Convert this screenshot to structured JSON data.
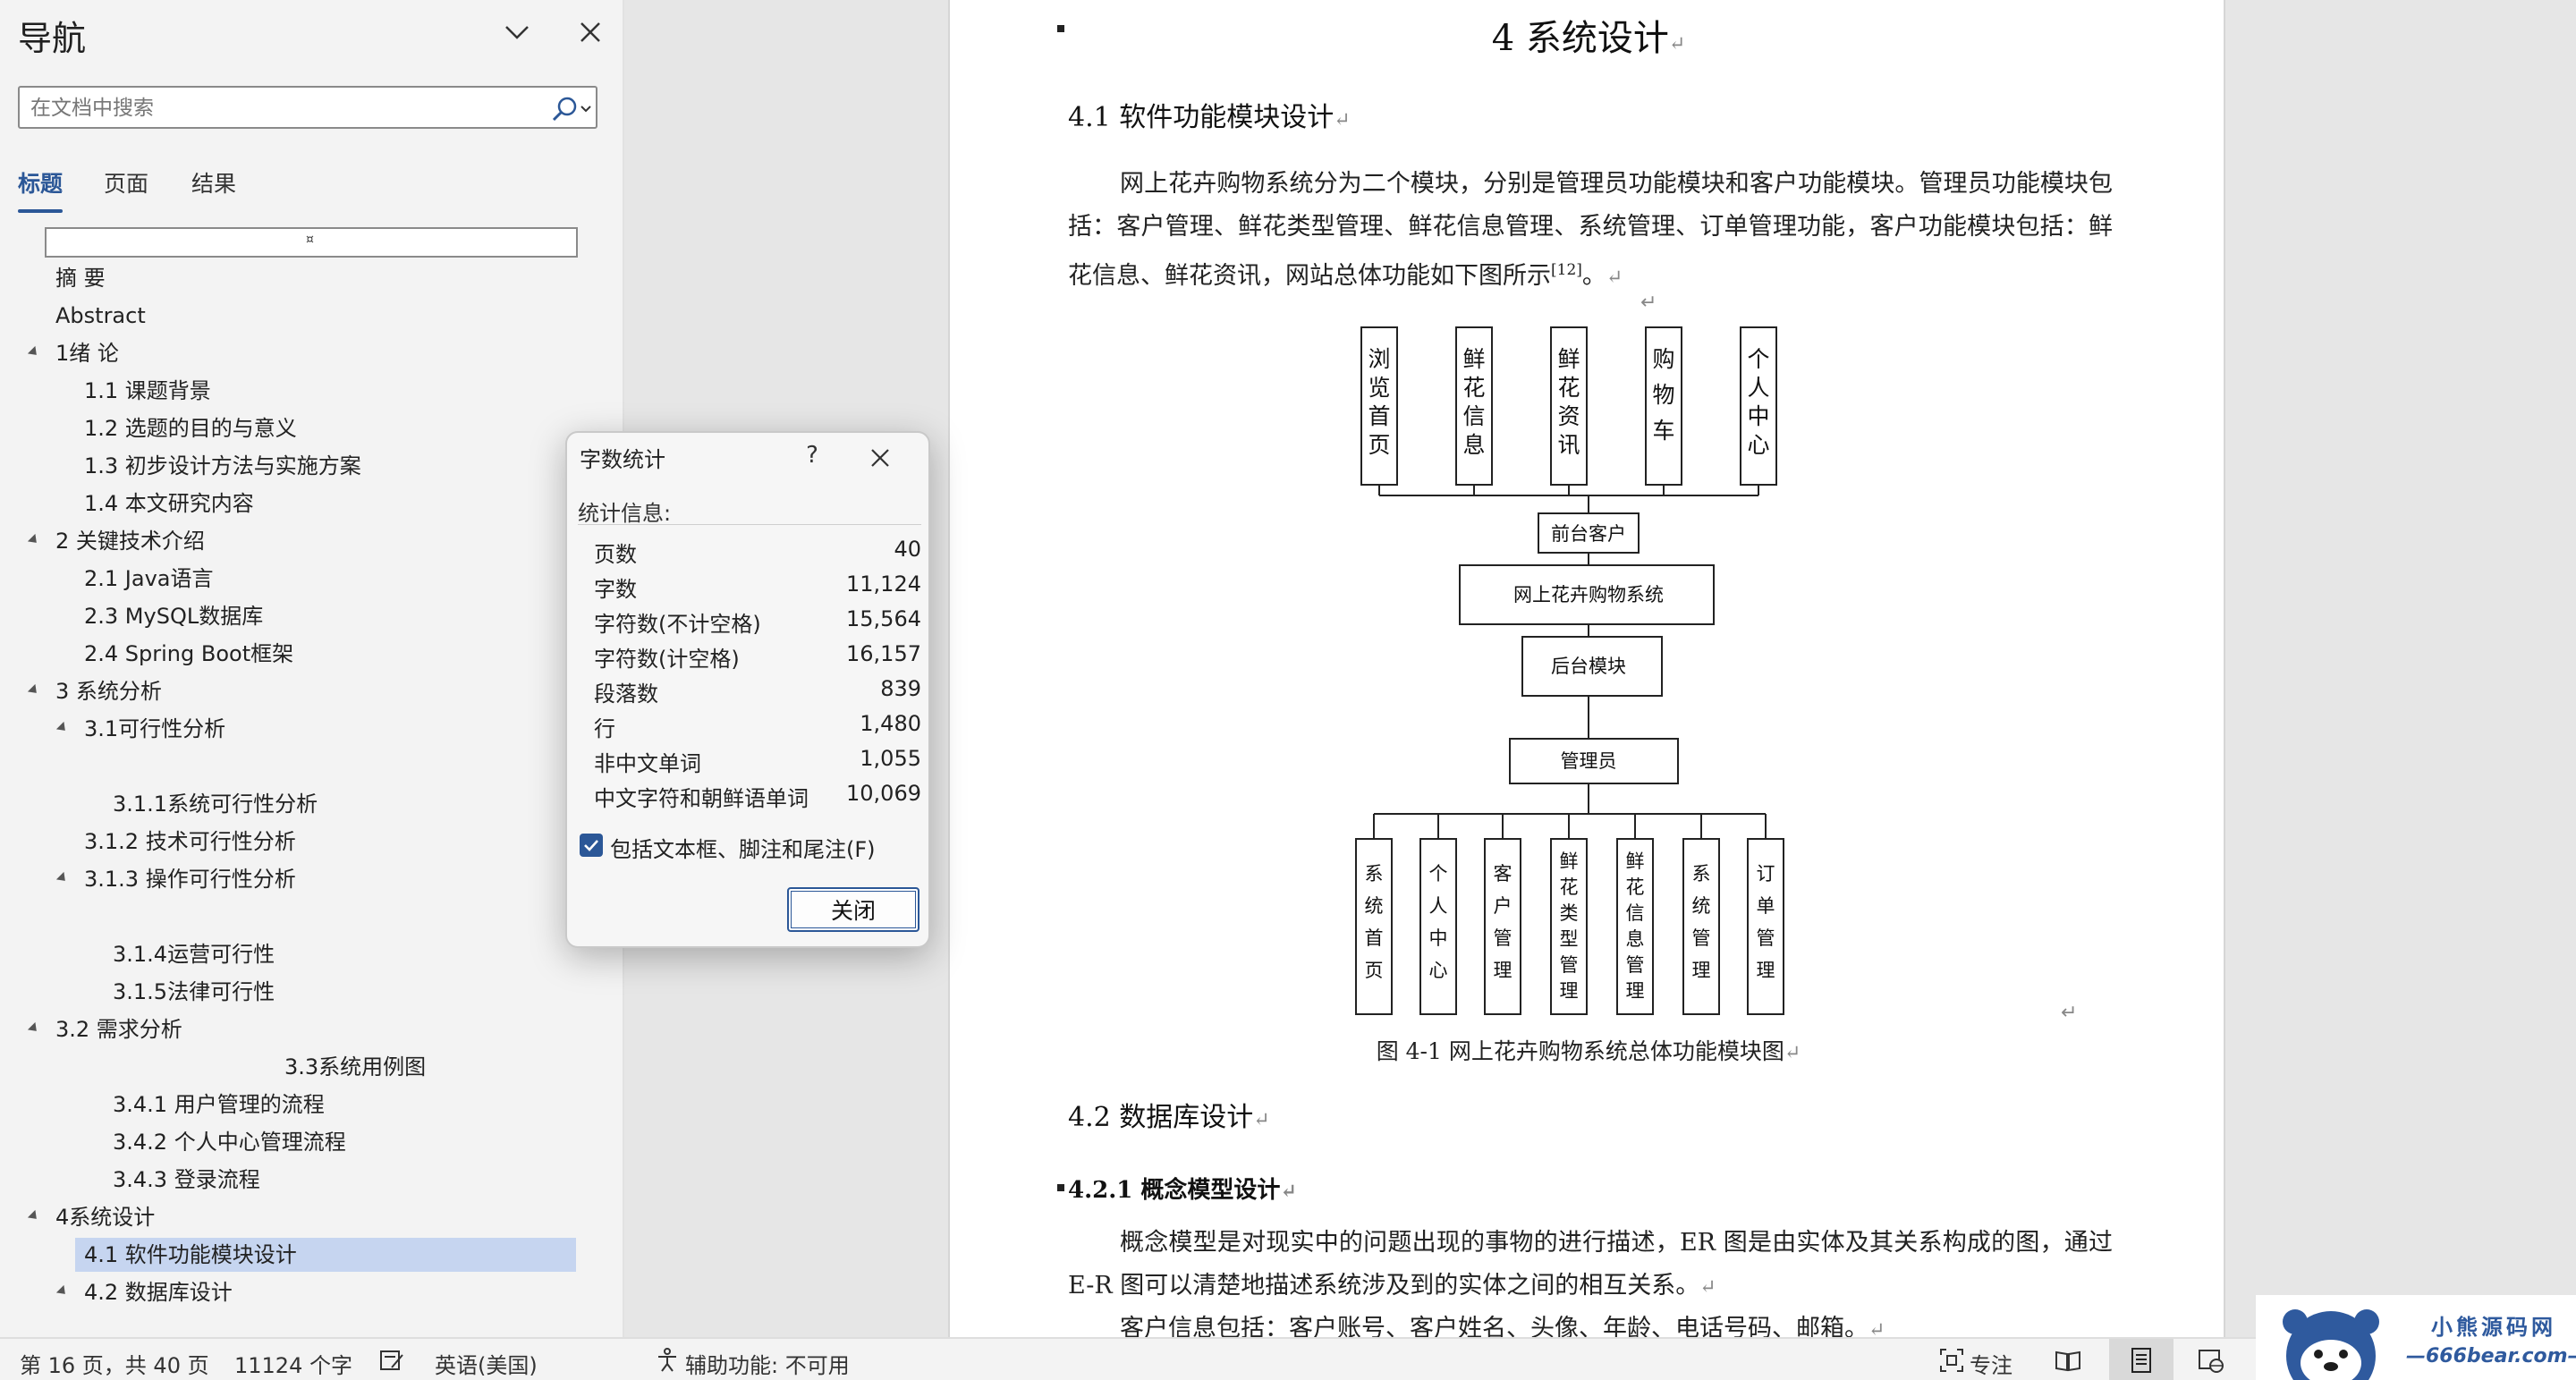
{
  "nav": {
    "title": "导航",
    "search_placeholder": "在文档中搜索",
    "tabs": [
      "标题",
      "页面",
      "结果"
    ],
    "edit_mark": "¤",
    "items": [
      {
        "label": "摘  要",
        "level": 0,
        "expander": false
      },
      {
        "label": "Abstract",
        "level": 0,
        "expander": false
      },
      {
        "label": "1绪 论",
        "level": 0,
        "expander": true
      },
      {
        "label": "1.1 课题背景",
        "level": 1,
        "expander": false
      },
      {
        "label": "1.2 选题的目的与意义",
        "level": 1,
        "expander": false
      },
      {
        "label": "1.3 初步设计方法与实施方案",
        "level": 1,
        "expander": false
      },
      {
        "label": "1.4 本文研究内容",
        "level": 1,
        "expander": false
      },
      {
        "label": "2 关键技术介绍",
        "level": 0,
        "expander": true
      },
      {
        "label": "2.1 Java语言",
        "level": 1,
        "expander": false
      },
      {
        "label": "2.3 MySQL数据库",
        "level": 1,
        "expander": false
      },
      {
        "label": "2.4 Spring Boot框架",
        "level": 1,
        "expander": false
      },
      {
        "label": "3 系统分析",
        "level": 0,
        "expander": true
      },
      {
        "label": "3.1可行性分析",
        "level": 1,
        "expander": true
      },
      {
        "label": "3.1.1系统可行性分析",
        "level": 2,
        "expander": false
      },
      {
        "label": "3.1.2 技术可行性分析",
        "level": 1,
        "expander": false
      },
      {
        "label": "3.1.3 操作可行性分析",
        "level": 1,
        "expander": true
      },
      {
        "label": "3.1.4运营可行性",
        "level": 2,
        "expander": false
      },
      {
        "label": "3.1.5法律可行性",
        "level": 2,
        "expander": false
      },
      {
        "label": "3.2 需求分析",
        "level": 0,
        "expander": true
      },
      {
        "label": "3.3系统用例图",
        "level": 3,
        "expander": false
      },
      {
        "label": "3.4.1 用户管理的流程",
        "level": 2,
        "expander": false
      },
      {
        "label": "3.4.2 个人中心管理流程",
        "level": 2,
        "expander": false
      },
      {
        "label": "3.4.3 登录流程",
        "level": 2,
        "expander": false
      },
      {
        "label": "4系统设计",
        "level": 0,
        "expander": true
      },
      {
        "label": "4.1 软件功能模块设计",
        "level": 1,
        "expander": false,
        "selected": true
      },
      {
        "label": "4.2 数据库设计",
        "level": 1,
        "expander": true
      }
    ]
  },
  "doc": {
    "chapter_title": "4 系统设计",
    "h_4_1": "4.1  软件功能模块设计",
    "para1": "网上花卉购物系统分为二个模块，分别是管理员功能模块和客户功能模块。管理员功能模块包括：客户管理、鲜花类型管理、鲜花信息管理、系统管理、订单管理功能，客户功能模块包括：鲜花信息、鲜花资讯，网站总体功能如下图所示",
    "para1_ref": "[12]",
    "para1_end": "。",
    "diagram": {
      "top_boxes": [
        "浏览首页",
        "鲜花信息",
        "鲜花资讯",
        "购物车",
        "个人中心"
      ],
      "front": "前台客户",
      "system": "网上花卉购物系统",
      "backend": "后台模块",
      "admin": "管理员",
      "bottom_boxes": [
        "系统首页",
        "个人中心",
        "客户管理",
        "鲜花类型管理",
        "鲜花信息管理",
        "系统管理",
        "订单管理"
      ]
    },
    "fig_caption": "图 4-1 网上花卉购物系统总体功能模块图",
    "h_4_2": "4.2  数据库设计",
    "h_4_2_1": "4.2.1  概念模型设计",
    "para2": "概念模型是对现实中的问题出现的事物的进行描述，ER 图是由实体及其关系构成的图，通过 E-R 图可以清楚地描述系统涉及到的实体之间的相互关系。",
    "para3": "客户信息包括：客户账号、客户姓名、头像、年龄、电话号码、邮箱。",
    "para_mark": "↵"
  },
  "dialog": {
    "title": "字数统计",
    "help": "?",
    "stat_label": "统计信息:",
    "stats": [
      {
        "label": "页数",
        "value": "40"
      },
      {
        "label": "字数",
        "value": "11,124"
      },
      {
        "label": "字符数(不计空格)",
        "value": "15,564"
      },
      {
        "label": "字符数(计空格)",
        "value": "16,157"
      },
      {
        "label": "段落数",
        "value": "839"
      },
      {
        "label": "行",
        "value": "1,480"
      },
      {
        "label": "非中文单词",
        "value": "1,055"
      },
      {
        "label": "中文字符和朝鲜语单词",
        "value": "10,069"
      }
    ],
    "checkbox_label": "包括文本框、脚注和尾注(F)",
    "close_label": "关闭"
  },
  "status": {
    "page": "第 16 页，共 40 页",
    "words": "11124 个字",
    "language": "英语(美国)",
    "accessibility": "辅助功能: 不可用",
    "focus": "专注"
  },
  "watermark": {
    "name": "小熊源码网",
    "url": "—666bear.com—"
  }
}
